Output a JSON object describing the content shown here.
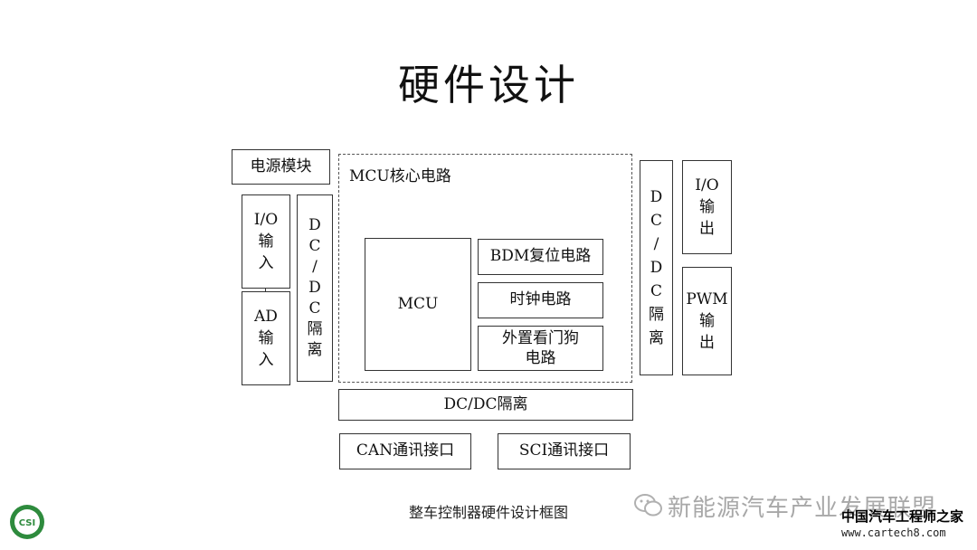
{
  "slide": {
    "title": "硬件设计",
    "caption": "整车控制器硬件设计框图"
  },
  "diagram": {
    "power_module": "电源模块",
    "io_input": [
      "I/O",
      "输",
      "入"
    ],
    "ad_input": [
      "AD",
      "输",
      "入"
    ],
    "dcdc_left": [
      "D",
      "C",
      "/",
      "D",
      "C",
      "隔",
      "离"
    ],
    "mcu_core_label": "MCU核心电路",
    "mcu": "MCU",
    "bdm_reset": "BDM复位电路",
    "clock": "时钟电路",
    "watchdog": [
      "外置看门狗",
      "电路"
    ],
    "dcdc_right": [
      "D",
      "C",
      "/",
      "D",
      "C",
      "隔",
      "离"
    ],
    "io_output": [
      "I/O",
      "输",
      "出"
    ],
    "pwm_output": [
      "PWM",
      "输",
      "出"
    ],
    "dcdc_bottom": "DC/DC隔离",
    "can": "CAN通讯接口",
    "sci": "SCI通讯接口"
  },
  "watermark": {
    "text": "新能源汽车产业发展联盟",
    "brand": "中国汽车工程师之家",
    "url": "www.cartech8.com",
    "logo_text": "CSI"
  },
  "colors": {
    "border": "#333333",
    "watermark_gray": "#a8a8a8",
    "logo_green": "#2e8b3d"
  }
}
